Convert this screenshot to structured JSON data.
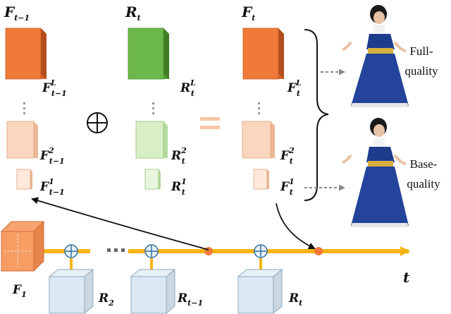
{
  "columns": {
    "prev": {
      "title": "F",
      "title_sub": "t−1",
      "level_top": "F",
      "level_top_sup": "L",
      "level_top_sub": "t−1",
      "level_2": "F",
      "level_2_sup": "2",
      "level_2_sub": "t−1",
      "level_1": "F",
      "level_1_sup": "1",
      "level_1_sub": "t−1"
    },
    "residual": {
      "title": "R",
      "title_sub": "t",
      "level_top": "R",
      "level_top_sup": "L",
      "level_top_sub": "t",
      "level_2": "R",
      "level_2_sup": "2",
      "level_2_sub": "t",
      "level_1": "R",
      "level_1_sup": "1",
      "level_1_sub": "t"
    },
    "current": {
      "title": "F",
      "title_sub": "t",
      "level_top": "F",
      "level_top_sup": "L",
      "level_top_sub": "t",
      "level_2": "F",
      "level_2_sup": "2",
      "level_2_sub": "t",
      "level_1": "F",
      "level_1_sup": "1",
      "level_1_sub": "t"
    }
  },
  "outputs": {
    "full_line1": "Full-",
    "full_line2": "quality",
    "base_line1": "Base-",
    "base_line2": "quality"
  },
  "timeline": {
    "axis_label": "t",
    "f1": "F",
    "f1_sub": "1",
    "r2": "R",
    "r2_sub": "2",
    "rt1": "R",
    "rt1_sub": "t−1",
    "rt": "R",
    "rt_sub": "t"
  },
  "colors": {
    "orange_face": "#F07A3A",
    "green_face": "#6DB84A",
    "peach_face": "#FAD6BE",
    "lightgreen_face": "#D8EFC6",
    "timeline": "#F6B414",
    "node": "#F07A3A",
    "cube_blue": "#DCE9F2"
  }
}
